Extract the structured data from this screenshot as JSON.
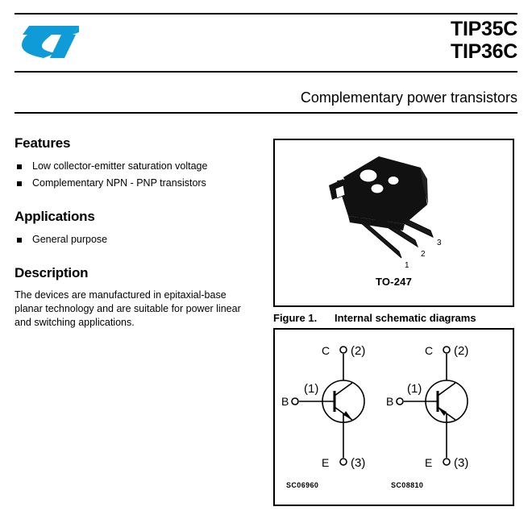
{
  "header": {
    "logo_name": "st-logo",
    "logo_color": "#0e9bd8",
    "part_numbers": [
      "TIP35C",
      "TIP36C"
    ],
    "subtitle": "Complementary power transistors"
  },
  "features": {
    "heading": "Features",
    "items": [
      "Low collector-emitter saturation voltage",
      "Complementary NPN - PNP transistors"
    ]
  },
  "applications": {
    "heading": "Applications",
    "items": [
      "General purpose"
    ]
  },
  "description": {
    "heading": "Description",
    "text": "The devices are manufactured in epitaxial-base planar technology and are suitable for power linear and switching applications."
  },
  "package": {
    "label": "TO-247",
    "pin_labels": [
      "1",
      "2",
      "3"
    ]
  },
  "figure1": {
    "number": "Figure 1.",
    "title": "Internal schematic diagrams",
    "diagrams": [
      {
        "type": "NPN",
        "code": "SC06960",
        "collector_label": "C",
        "collector_pin": "(2)",
        "base_label": "B",
        "base_pin": "(1)",
        "emitter_label": "E",
        "emitter_pin": "(3)"
      },
      {
        "type": "PNP",
        "code": "SC08810",
        "collector_label": "C",
        "collector_pin": "(2)",
        "base_label": "B",
        "base_pin": "(1)",
        "emitter_label": "E",
        "emitter_pin": "(3)"
      }
    ]
  }
}
